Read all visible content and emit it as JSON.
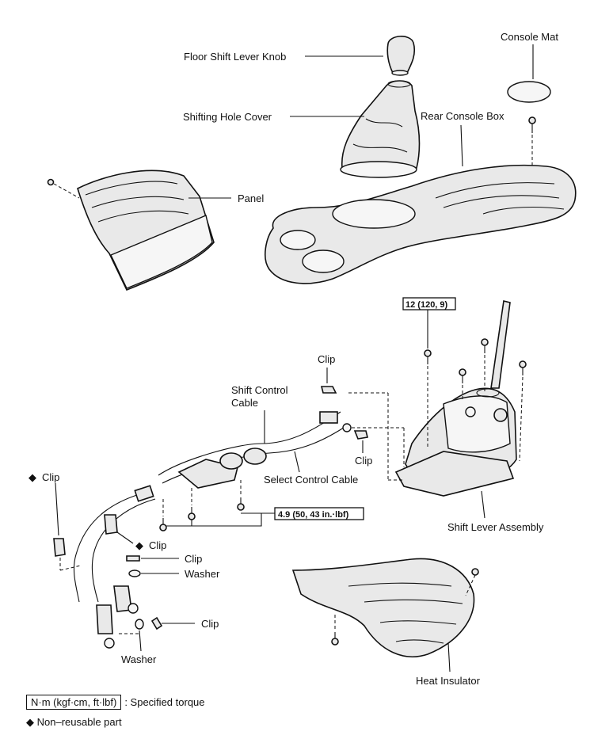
{
  "labels": {
    "knob": "Floor Shift Lever Knob",
    "console_mat": "Console Mat",
    "hole_cover": "Shifting Hole Cover",
    "rear_console": "Rear Console Box",
    "panel": "Panel",
    "clip_top": "Clip",
    "shift_cable_1": "Shift Control",
    "shift_cable_2": "Cable",
    "clip_mid": "Clip",
    "select_cable": "Select Control Cable",
    "clip_left": "Clip",
    "clip_left2": "Clip",
    "clip_a": "Clip",
    "washer_a": "Washer",
    "clip_b": "Clip",
    "washer_b": "Washer",
    "shift_lever_assy": "Shift Lever Assembly",
    "heat_insulator": "Heat Insulator"
  },
  "torques": {
    "shift_lever_bolt": "12 (120, 9)",
    "cable_bracket_bolt": "4.9 (50, 43 in.·lbf)"
  },
  "legend": {
    "torque_unit": "N·m (kgf·cm, ft·lbf)",
    "torque_text": ": Specified torque",
    "nonreusable_text": "Non–reusable part"
  },
  "symbols": {
    "nonreusable": "◆"
  }
}
